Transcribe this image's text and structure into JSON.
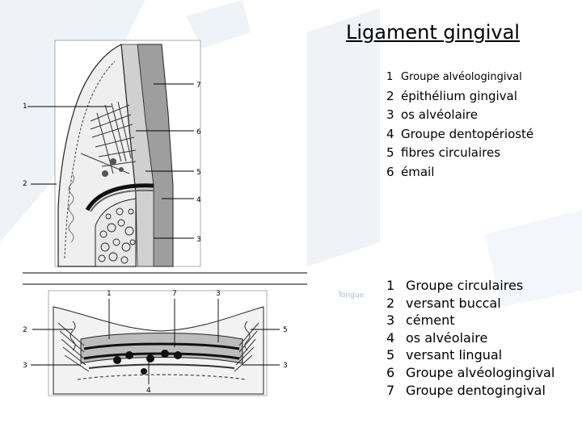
{
  "title": "Ligament gingival",
  "legend_top": [
    {
      "num": "1",
      "text": "Groupe alvéologingival"
    },
    {
      "num": "2",
      "text": "épithélium gingival"
    },
    {
      "num": "3",
      "text": "os alvéolaire"
    },
    {
      "num": "4",
      "text": "Groupe dentopériosté"
    },
    {
      "num": "5",
      "text": "fibres circulaires"
    },
    {
      "num": "6",
      "text": "émail"
    }
  ],
  "legend_bottom": [
    {
      "num": "1",
      "text": "Groupe circulaires"
    },
    {
      "num": "2",
      "text": "versant buccal"
    },
    {
      "num": "3",
      "text": "cément"
    },
    {
      "num": "4",
      "text": "os alvéolaire"
    },
    {
      "num": "5",
      "text": "versant lingual"
    },
    {
      "num": "6",
      "text": "Groupe alvéologingival"
    },
    {
      "num": "7",
      "text": "Groupe dentogingival"
    }
  ],
  "figure_top_labels": [
    "7",
    "1",
    "6",
    "5",
    "2",
    "4",
    "3"
  ],
  "figure_bottom_labels": [
    "1",
    "7",
    "3",
    "2",
    "5",
    "3",
    "3",
    "4"
  ],
  "background_word": "Tongue"
}
